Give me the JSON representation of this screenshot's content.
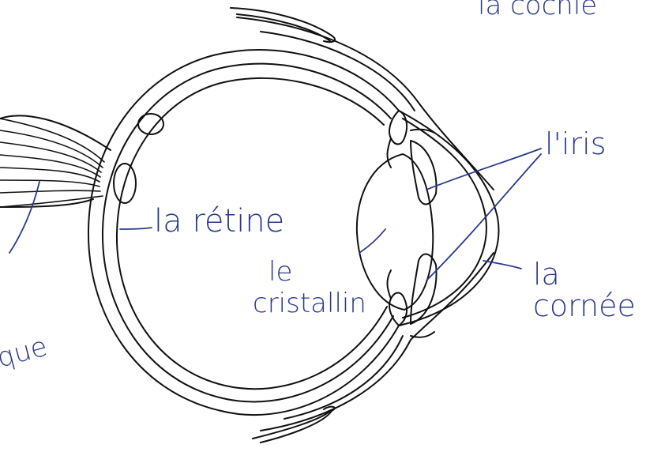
{
  "diagram": {
    "labels": {
      "cochlea_partial": "la cochle",
      "retina": "la rétine",
      "iris": "l'iris",
      "lens_line1": "le",
      "lens_line2": "cristallin",
      "cornea_line1": "la",
      "cornea_line2": "cornée",
      "optic_partial": "que"
    },
    "colors": {
      "ink": "#111111",
      "handwriting": "#2a3a8c",
      "paper": "#ffffff"
    }
  }
}
